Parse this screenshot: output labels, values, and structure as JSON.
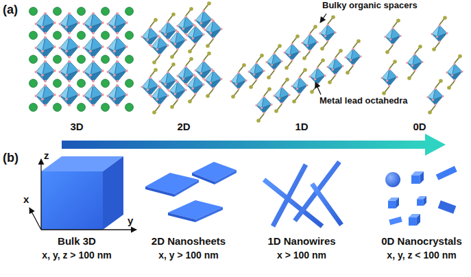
{
  "diagram": {
    "labels": [
      "(a)",
      "Bulky organic spacers",
      "Metal lead octahedra",
      "3D",
      "2D",
      "1D",
      "0D",
      "(b)",
      "z",
      "x",
      "y",
      "Bulk 3D",
      "x, y, z > 100 nm",
      "2D Nanosheets",
      "x, y > 100 nm",
      "1D Nanowires",
      "x > 100 nm",
      "0D Nanocrystals",
      "x, y, z < 100 nm"
    ]
  }
}
